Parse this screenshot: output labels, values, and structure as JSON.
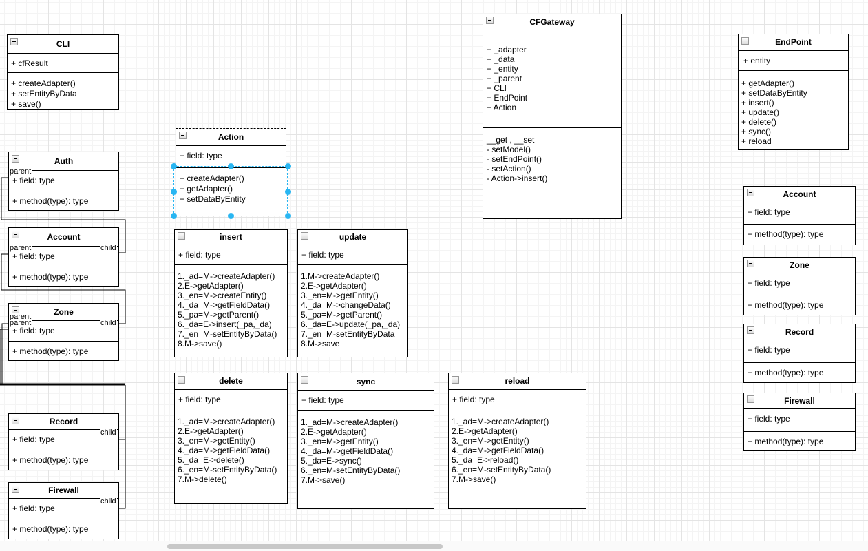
{
  "app": {
    "name": "uml-class-diagram-canvas"
  },
  "colors": {
    "box_border": "#000000",
    "selection_handle": "#29b6f2",
    "grid_minor": "#f4f4f4",
    "grid_major": "#e4e4e4",
    "scrollbar_thumb": "#c8c8c8"
  },
  "icons": {
    "collapse": "minus-square"
  },
  "diagram": {
    "classes": [
      {
        "title": "CLI",
        "attributes": [
          "+ cfResult"
        ],
        "methods": [
          "+ createAdapter()",
          "+ setEntityByData",
          "+ save()"
        ]
      },
      {
        "title": "Auth",
        "attributes": [
          "+ field: type"
        ],
        "methods": [
          "+ method(type): type"
        ]
      },
      {
        "title": "Account",
        "attributes": [
          "+ field: type"
        ],
        "methods": [
          "+ method(type): type"
        ]
      },
      {
        "title": "Zone",
        "attributes": [
          "+ field: type"
        ],
        "methods": [
          "+ method(type): type"
        ]
      },
      {
        "title": "Record",
        "attributes": [
          "+ field: type"
        ],
        "methods": [
          "+ method(type): type"
        ]
      },
      {
        "title": "Firewall",
        "attributes": [
          "+ field: type"
        ],
        "methods": [
          "+ method(type): type"
        ]
      },
      {
        "title": "Action",
        "attributes": [
          "+ field: type"
        ],
        "methods": [
          "+ createAdapter()",
          "+ getAdapter()",
          "+ setDataByEntity"
        ]
      },
      {
        "title": "insert",
        "attributes": [
          "+ field: type"
        ],
        "methods": [
          "1._ad=M->createAdapter()",
          "2.E->getAdapter()",
          "3._en=M->createEntity()",
          "4._da=M->getFieldData()",
          "5._pa=M->getParent()",
          "6._da=E->insert(_pa,_da)",
          "7._en=M-setEntityByData()",
          "8.M->save()"
        ]
      },
      {
        "title": "update",
        "attributes": [
          "+ field: type"
        ],
        "methods": [
          "1.M->createAdapter()",
          "2.E->getAdapter()",
          "3._en=M->getEntity()",
          "4._da=M->changeData()",
          "5._pa=M->getParent()",
          "6._da=E->update(_pa,_da)",
          "7._en=M-setEntityByData",
          "8.M->save"
        ]
      },
      {
        "title": "delete",
        "attributes": [
          "+ field: type"
        ],
        "methods": [
          "1._ad=M->createAdapter()",
          "2.E->getAdapter()",
          "3._en=M->getEntity()",
          "4._da=M->getFieldData()",
          "5._da=E->delete()",
          "6._en=M-setEntityByData()",
          "7.M->delete()"
        ]
      },
      {
        "title": "sync",
        "attributes": [
          "+ field: type"
        ],
        "methods": [
          "1._ad=M->createAdapter()",
          "2.E->getAdapter()",
          "3._en=M->getEntity()",
          "4._da=M->getFieldData()",
          "5._da=E->sync()",
          "6._en=M-setEntityByData()",
          "7.M->save()"
        ]
      },
      {
        "title": "reload",
        "attributes": [
          "+ field: type"
        ],
        "methods": [
          "1._ad=M->createAdapter()",
          "2.E->getAdapter()",
          "3._en=M->getEntity()",
          "4._da=M->getFieldData()",
          "5._da=E->reload()",
          "6._en=M-setEntityByData()",
          "7.M->save()"
        ]
      },
      {
        "title": "CFGateway",
        "attributes": [
          "+ _adapter",
          "+ _data",
          "+ _entity",
          "+ _parent",
          "+ CLI",
          "+ EndPoint",
          "+ Action"
        ],
        "methods": [
          "__get , __set",
          "- setModel()",
          "- setEndPoint()",
          "- setAction()",
          "- Action->insert()"
        ]
      },
      {
        "title": "EndPoint",
        "attributes": [
          "+ entity"
        ],
        "methods": [
          "+ getAdapter()",
          "+ setDataByEntity",
          "+ insert()",
          "+ update()",
          "+ delete()",
          "+ sync()",
          "+ reload"
        ]
      },
      {
        "title": "Account",
        "attributes": [
          "+ field: type"
        ],
        "methods": [
          "+ method(type): type"
        ]
      },
      {
        "title": "Zone",
        "attributes": [
          "+ field: type"
        ],
        "methods": [
          "+ method(type): type"
        ]
      },
      {
        "title": "Record",
        "attributes": [
          "+ field: type"
        ],
        "methods": [
          "+ method(type): type"
        ]
      },
      {
        "title": "Firewall",
        "attributes": [
          "+ field: type"
        ],
        "methods": [
          "+ method(type): type"
        ]
      }
    ],
    "edge_labels": [
      {
        "text": "parent"
      },
      {
        "text": "parent"
      },
      {
        "text": "child"
      },
      {
        "text": "parent"
      },
      {
        "text": "parent"
      },
      {
        "text": "child"
      },
      {
        "text": "child"
      },
      {
        "text": "child"
      }
    ]
  }
}
